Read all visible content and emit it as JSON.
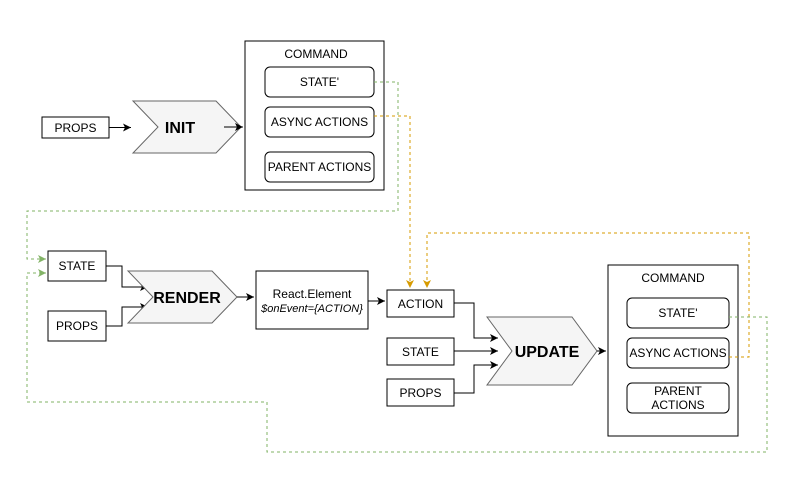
{
  "init": {
    "props": "PROPS",
    "stage": "INIT",
    "command": {
      "title": "COMMAND",
      "state": "STATE'",
      "async": "ASYNC ACTIONS",
      "parent": "PARENT ACTIONS"
    }
  },
  "render": {
    "state": "STATE",
    "props": "PROPS",
    "stage": "RENDER",
    "element_line1": "React.Element",
    "element_line2": "$onEvent={ACTION}"
  },
  "update": {
    "action": "ACTION",
    "state": "STATE",
    "props": "PROPS",
    "stage": "UPDATE",
    "command": {
      "title": "COMMAND",
      "state": "STATE'",
      "async": "ASYNC ACTIONS",
      "parent_line1": "PARENT",
      "parent_line2": "ACTIONS"
    }
  },
  "colors": {
    "state_feedback": "#82b366",
    "action_feedback": "#d79b00",
    "stage_fill": "#f5f5f5",
    "stage_stroke": "#666666"
  }
}
